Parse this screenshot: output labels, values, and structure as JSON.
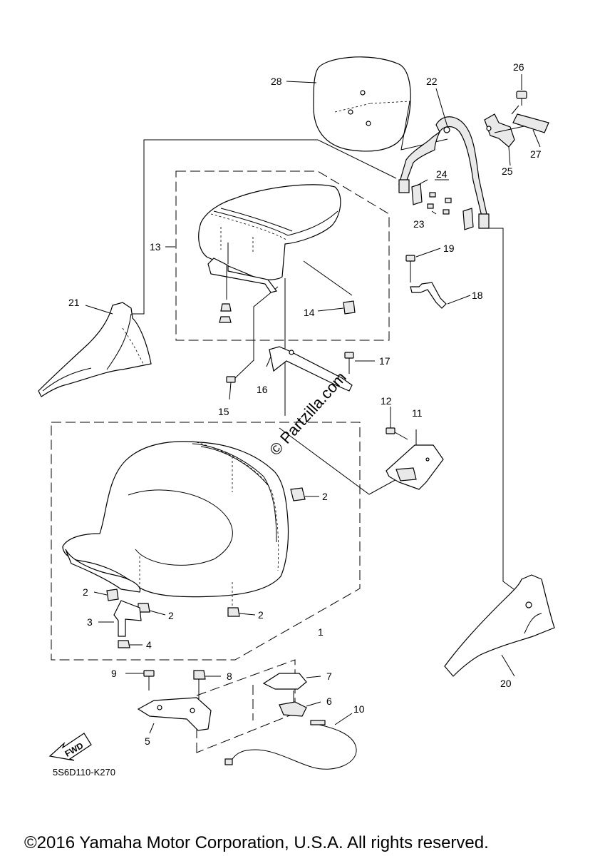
{
  "diagram": {
    "code": "5S6D110-K270",
    "copyright": "©2016 Yamaha Motor Corporation, U.S.A. All rights reserved.",
    "watermark": "© Partzilla.com",
    "fwd_label": "FWD",
    "callouts": {
      "c1": "1",
      "c2a": "2",
      "c2b": "2",
      "c2c": "2",
      "c2d": "2",
      "c3": "3",
      "c4": "4",
      "c5": "5",
      "c6": "6",
      "c7": "7",
      "c8": "8",
      "c9": "9",
      "c10": "10",
      "c11": "11",
      "c12": "12",
      "c13": "13",
      "c14": "14",
      "c15": "15",
      "c16": "16",
      "c17": "17",
      "c18": "18",
      "c19": "19",
      "c20": "20",
      "c21": "21",
      "c22": "22",
      "c23": "23",
      "c24": "24",
      "c25": "25",
      "c26": "26",
      "c27": "27",
      "c28": "28"
    }
  }
}
